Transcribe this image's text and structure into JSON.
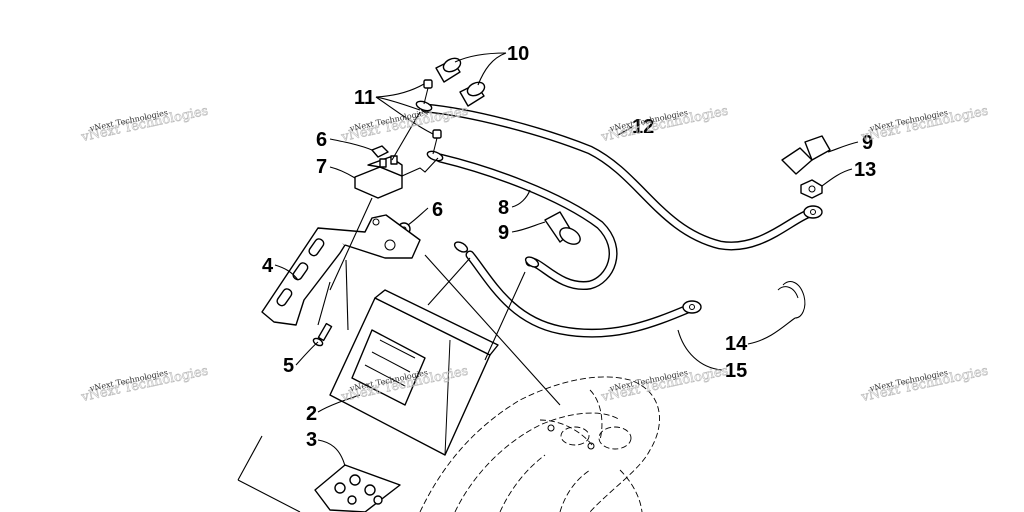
{
  "callouts": {
    "c10": "10",
    "c11": "11",
    "c12": "12",
    "c6a": "6",
    "c7": "7",
    "c6b": "6",
    "c8": "8",
    "c9a": "9",
    "c9b": "9",
    "c13": "13",
    "c4": "4",
    "c5": "5",
    "c2": "2",
    "c3": "3",
    "c14": "14",
    "c15": "15"
  },
  "watermark": {
    "text": "vNext Technologies"
  }
}
